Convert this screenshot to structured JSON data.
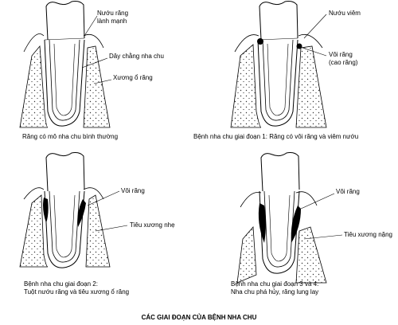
{
  "title": "CÁC GIAI ĐOẠN CỦA BỆNH NHA CHU",
  "panels": [
    {
      "caption": [
        "Răng có mô nha chu bình thường"
      ],
      "labels": [
        "Nướu răng",
        "lành mạnh",
        "Dây chằng nha chu",
        "Xương ổ răng"
      ]
    },
    {
      "caption": [
        "Bệnh nha chu giai đoạn 1: Răng có vôi răng và viêm nướu"
      ],
      "labels": [
        "Nướu viêm",
        "Vôi răng",
        "(cao răng)"
      ]
    },
    {
      "caption": [
        "Bệnh nha chu giai đoạn 2:",
        "Tuột nướu răng và tiêu xương ổ răng"
      ],
      "labels": [
        "Vôi răng",
        "Tiêu xương nhẹ"
      ]
    },
    {
      "caption": [
        "Bệnh nha chu giai đoạn 3 và 4:",
        "Nha chu phá hủy, răng lung lay"
      ],
      "labels": [
        "Vôi răng",
        "Tiêu xương nặng"
      ]
    }
  ]
}
